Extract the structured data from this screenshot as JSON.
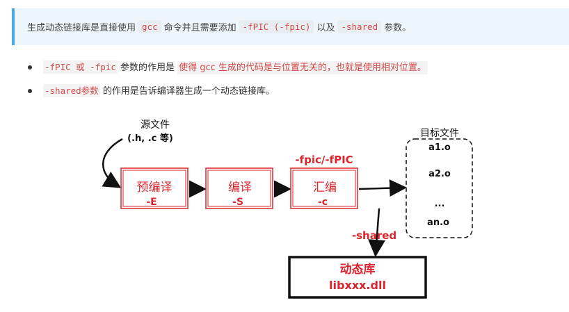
{
  "note": {
    "text_1": "生成动态链接库是直接使用",
    "code_gcc": "gcc",
    "text_2": "命令并且需要添加",
    "code_fpic": "-fPIC (-fpic)",
    "text_3": "以及",
    "code_shared": "-shared",
    "text_4": "参数。"
  },
  "bullets": [
    {
      "code": "-fPIC 或 -fpic",
      "text": "参数的作用是",
      "highlight": "使得 gcc 生成的代码是与位置无关的，也就是使用相对位置。"
    },
    {
      "code": "-shared参数",
      "text": "的作用是告诉编译器生成一个动态链接库。"
    }
  ],
  "diagram": {
    "source_title": "源文件",
    "source_sub": "(.h, .c 等)",
    "steps": [
      {
        "label": "预编译",
        "flag": "-E"
      },
      {
        "label": "编译",
        "flag": "-S"
      },
      {
        "label": "汇编",
        "flag": "-c"
      }
    ],
    "fpic_label": "-fpic/-fPIC",
    "target_title": "目标文件",
    "targets": [
      "a1.o",
      "a2.o",
      "...",
      "an.o"
    ],
    "shared_label": "-shared",
    "lib_title": "动态库",
    "lib_name": "libxxx.dll"
  },
  "colors": {
    "accent_red": "#d9262e",
    "note_border": "#4aa8e8",
    "note_bg": "#eef6fd"
  }
}
